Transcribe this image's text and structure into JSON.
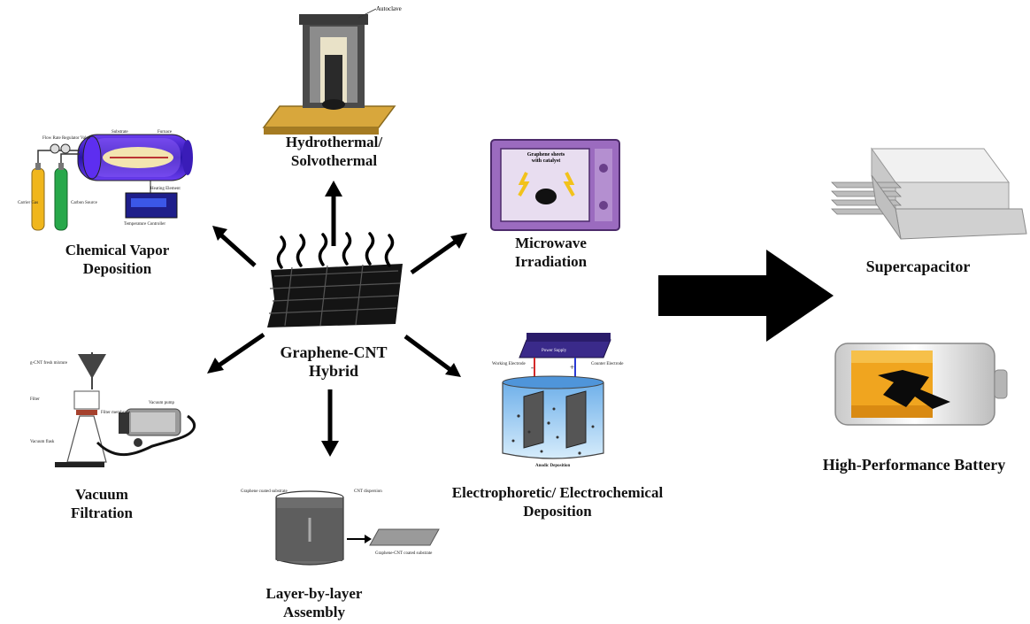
{
  "center": {
    "line1": "Graphene-CNT",
    "line2": "Hybrid"
  },
  "methods": {
    "hydrothermal": {
      "line1": "Hydrothermal/",
      "line2": "Solvothermal",
      "part_label": "Autoclave"
    },
    "cvd": {
      "line1": "Chemical Vapor",
      "line2": "Deposition",
      "parts": [
        "Substrate",
        "Furnace",
        "Flow Rate Regulator Valve",
        "Heating Element",
        "Carrier Gas",
        "Carbon Source",
        "Temperature Controller"
      ]
    },
    "microwave": {
      "line1": "Microwave",
      "line2": "Irradiation",
      "inner_line1": "Graphene sheets",
      "inner_line2": "with catalyst"
    },
    "vacuum": {
      "line1": "Vacuum",
      "line2": "Filtration",
      "parts": [
        "g-CNT fresh mixture",
        "Filter",
        "Filter membrane",
        "Vacuum pump",
        "Vacuum flask"
      ]
    },
    "lbl": {
      "line1": "Layer-by-layer",
      "line2": "Assembly",
      "parts": [
        "Graphene coated substrate",
        "CNT dispersion",
        "Graphene-CNT coated substrate"
      ]
    },
    "electro": {
      "line1": "Electrophoretic/ Electrochemical",
      "line2": "Deposition",
      "power": "Power Supply",
      "working": "Working Electrode",
      "counter": "Counter Electrode",
      "minus": "-",
      "plus": "+",
      "caption": "Anodic Deposition"
    }
  },
  "applications": {
    "supercap": {
      "label": "Supercapacitor"
    },
    "battery": {
      "label": "High-Performance Battery"
    }
  },
  "colors": {
    "arrow": "#000000",
    "text": "#111111",
    "microwave": "#9b6bbf",
    "autoclave_base": "#d8a73c",
    "battery_orange": "#f0a51f",
    "cvd_tube": "#4a2bd6",
    "water": "#7fb6e8"
  }
}
